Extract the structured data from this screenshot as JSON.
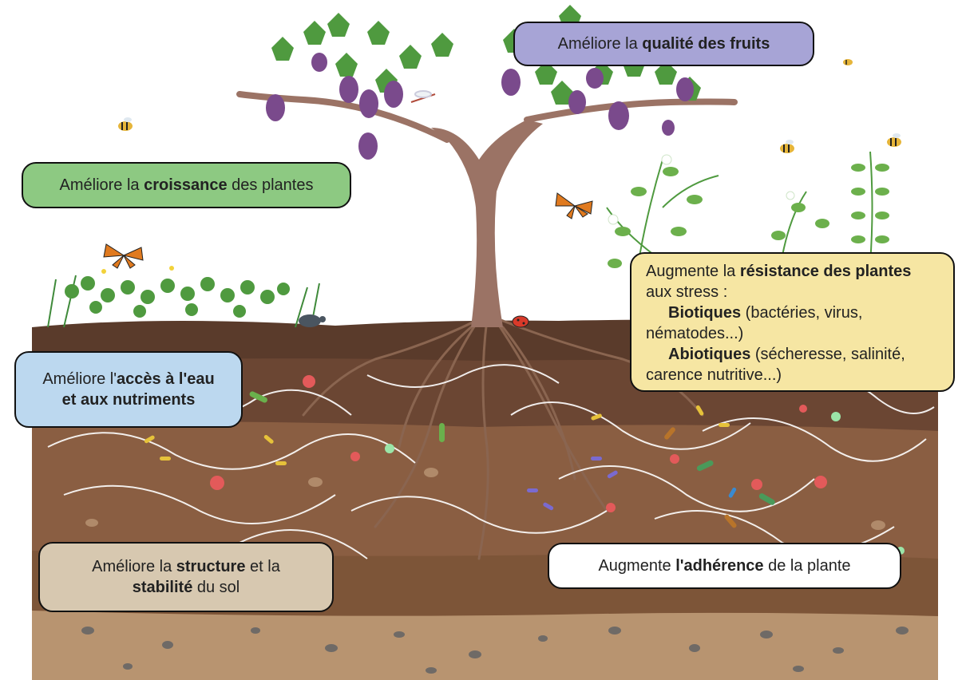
{
  "callouts": {
    "fruit": {
      "pre": "Améliore la ",
      "bold": "qualité des fruits"
    },
    "growth": {
      "pre": "Améliore la ",
      "bold": "croissance",
      "post": " des plantes"
    },
    "water": {
      "pre": "Améliore l'",
      "bold1": "accès à l'eau",
      "bold2": "et aux nutriments"
    },
    "resistance": {
      "pre": "Augmente la ",
      "bold": "résistance des plantes",
      "line2": "aux stress :",
      "biotic_bold": "Biotiques",
      "biotic_rest": " (bactéries, virus,",
      "biotic_rest2": "nématodes...)",
      "abiotic_bold": "Abiotiques",
      "abiotic_rest": " (sécheresse, salinité,",
      "abiotic_rest2": "carence nutritive...)"
    },
    "structure": {
      "pre": "Améliore la ",
      "bold1": "structure",
      "mid": " et la",
      "bold2": "stabilité",
      "post": " du sol"
    },
    "adherence": {
      "pre": "Augmente ",
      "bold": "l'adhérence",
      "post": " de la plante"
    }
  },
  "colors": {
    "fruit_box": "#a7a4d6",
    "growth_box": "#8dc982",
    "water_box": "#bcd8ef",
    "resistance_box": "#f6e6a3",
    "structure_box": "#d7c8b0",
    "adherence_box": "#ffffff",
    "soil_top": "#5a3b2b",
    "soil_mid": "#8a5e42",
    "soil_low": "#7d5538",
    "soil_deep": "#b89470",
    "trunk": "#9b7365",
    "grape": "#7a4a8c",
    "leaf": "#4f9a3f",
    "hyphae": "#ffffff"
  },
  "icons": [
    "grapevine-icon",
    "grape-cluster-icon",
    "bee-icon",
    "butterfly-icon",
    "ladybug-icon",
    "beetle-icon",
    "clover-icon",
    "pea-plant-icon",
    "root-icon",
    "bacteria-icon",
    "fungal-hyphae-icon",
    "pebble-icon"
  ]
}
